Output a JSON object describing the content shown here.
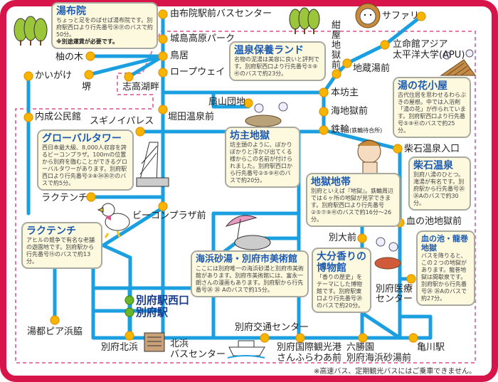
{
  "colors": {
    "frame": "#d7154b",
    "route": "#1a9fe0",
    "stop": "#f7b500",
    "station": "#6bb52a",
    "bubble": "#fdf9df",
    "title": "#1e5bb0",
    "dashed": "#e57aa8"
  },
  "stops": {
    "yufuin_bc": "由布院駅前バスセンター",
    "kijima": "城島高原パーク",
    "torii": "鳥居",
    "ropeway": "ロープウェイ",
    "yunoki": "柚の木",
    "sakai": "堺",
    "shidako": "志高湖畔",
    "kaigake": "かいがけ",
    "uchinari": "内成公民館",
    "suginoi": "スギノイパレス",
    "horita": "堀田温泉前",
    "ogiyama": "扇山団地",
    "konya": "紺屋地獄前",
    "jizoyu": "地蔵湯前",
    "apu_1": "立命館アジア",
    "apu_2": "太平洋大学(APU)",
    "safari": "サファリ",
    "bozu": "本坊主",
    "umijigoku": "海地獄前",
    "kannawa": "鉄輪",
    "kannawa_sub": "(鉄輪待合所)",
    "shibaseki_iriguchi": "柴石温泉入口",
    "chinoike": "血の池地獄前",
    "iryo": "別府医療センター",
    "betsudai": "別大前",
    "rakutenchi": "ラクテンチ",
    "beacon": "ビーコンプラザ前",
    "beppu_west": "別府駅西口",
    "beppu": "別府駅",
    "kitahama": "別府北浜",
    "kitahama_bc_1": "北浜",
    "kitahama_bc_2": "バスセンター",
    "yutopia": "湯都ピア浜脇",
    "kotsu": "別府交通センター",
    "port_1": "別府国際観光港",
    "port_2": "さんふらわあ前",
    "rokushoen_1": "六勝園",
    "rokushoen_2": "別府海浜砂湯前",
    "kamegawa": "亀川駅"
  },
  "bubbles": {
    "yufuin": {
      "title": "湯布院",
      "text": "ちょっと足をのばせば湯布院です。別府駅西口より行先番号㊱㊲のバスで約50分。",
      "note": "※別途運賃が必要です。"
    },
    "hoyoland": {
      "title": "温泉保養ランド",
      "text": "名物の泥湯は美容に良いと評判です。別府駅西口より行先番号⑤⑨㊶のバスで約23分。"
    },
    "yunohana": {
      "title": "湯の花小屋",
      "text": "古代住居を思わせるわらぶきの屋根。中では入浴剤「湯の花」が作られています。別府駅西口より行先番号⑤⑨㊶のバスで約25分。"
    },
    "global": {
      "title": "グローバルタワー",
      "text": "西日本最大級、8,000人収容を誇るビーコンプラザ。100mの位置から別府を臨むことができるグローバルタワーがあります。別府駅西口より行先番号③⑧㉞㊱㊲のバスで約5分。"
    },
    "bozu": {
      "title": "坊主地獄",
      "text": "坊主頭のように、ぼかりぼかりと浮かび出てくる様からこの名前が付けられました。別府駅西口から行先番号②⑤⑨㊶のバスで約20分。"
    },
    "jigoku": {
      "title": "地獄地帯",
      "text": "別府といえば『地獄』。鉄輪周辺では６ヶ所の地獄が見学できます。別府駅西口より行先番号②⑤⑦⑨㊶のバスで約16分～26分。"
    },
    "shibaseki": {
      "title": "柴石温泉",
      "text": "別府八湯のひとつ。滝湯が有名です。別府駅から行先番号㉖ ㉖Aのバスで約30分。"
    },
    "rakutenchi": {
      "title": "ラクテンチ",
      "text": "アヒルの競争で有名な老舗の遊園地です。別府駅から行先番号⑮のバスで約13分。"
    },
    "kaihin": {
      "title": "海浜砂湯・別府市美術館",
      "text": "ここには別府唯一の海浜砂湯と別府市美術館があります。別府市美術館には、富永一朗さんの漫画もあります。別府駅から行先番号㉖ ㉖ Aのバスで約15分。"
    },
    "kaori": {
      "title": "大分香りの博物館",
      "text": "「香りの歴史」をテーマにした博物館です。別府駅東口より行先番号⑳のバスで約20分。"
    },
    "chinoike": {
      "title": "血の池・龍巻地獄",
      "text": "バスを降りると、この２つの地獄があります。龍巻地獄は間歇泉です。別府駅から行先番号㉖ ㉖Aのバスで約27分。"
    }
  },
  "footer_note": "※高速バス、定期観光バスにはご乗車できません。"
}
